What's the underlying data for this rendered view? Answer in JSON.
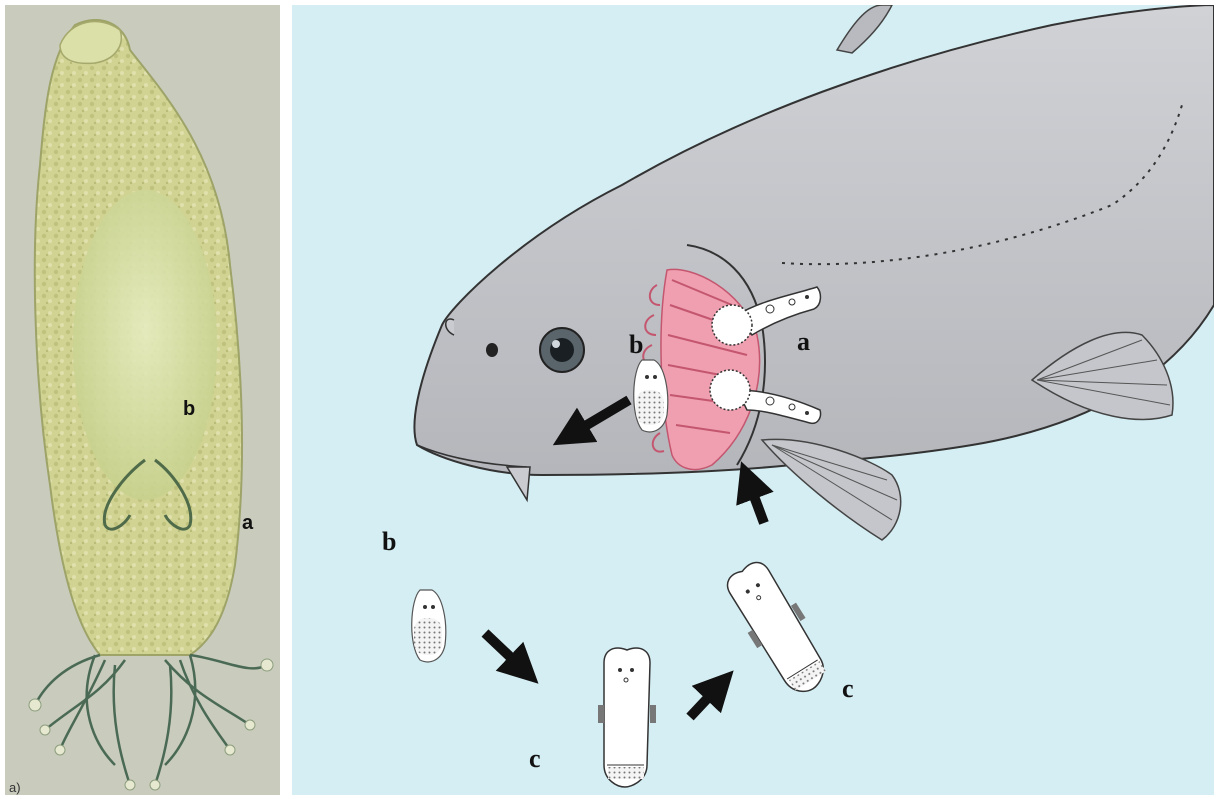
{
  "micrograph": {
    "panel_tag": "a)",
    "labels": {
      "b": "b",
      "a": "a"
    }
  },
  "life_cycle": {
    "labels": {
      "a_adult": "a",
      "b_on_fish": "b",
      "b_free": "b",
      "c_bottom": "c",
      "c_right": "c"
    }
  },
  "colors": {
    "micrograph_bg": "#c9ccbd",
    "parasite_body": "#d3d696",
    "diagram_bg": "#d5eef3",
    "fish_body": "#c2c4c8",
    "gill": "#ef9fb0",
    "arrow": "#111111"
  }
}
